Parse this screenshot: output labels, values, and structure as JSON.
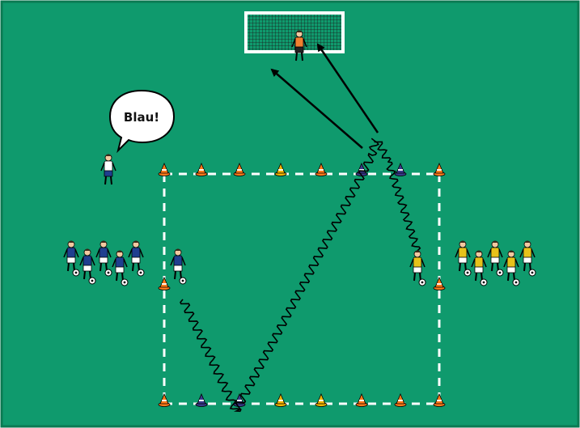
{
  "colors": {
    "pitch": "#0f9a6d",
    "border": "#0a7a52",
    "line": "#ffffff",
    "arrow": "#000000",
    "team_blue": "#1f3f8f",
    "team_yellow": "#e6c21a",
    "goalkeeper": "#f08030",
    "cone_orange": "#ff7a1a",
    "cone_blue": "#3a3a8c",
    "cone_yellow": "#f2b500"
  },
  "coach": {
    "speech": "Blau!",
    "icon": "coach-figure"
  },
  "cones": {
    "top": [
      "cone_orange",
      "cone_orange",
      "cone_orange",
      "cone_yellow",
      "cone_orange",
      "cone_blue",
      "cone_blue",
      "cone_orange"
    ],
    "bottom": [
      "cone_orange",
      "cone_blue",
      "cone_blue",
      "cone_yellow",
      "cone_yellow",
      "cone_orange",
      "cone_orange",
      "cone_orange"
    ],
    "left_middle": "cone_orange",
    "right_middle": "cone_orange"
  },
  "players": {
    "blue_queue_count": 5,
    "yellow_queue_count": 5
  }
}
